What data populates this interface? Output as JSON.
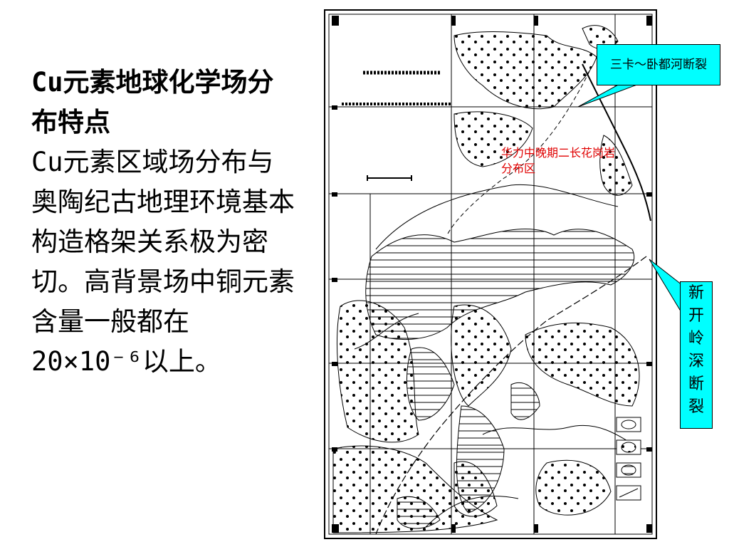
{
  "slide": {
    "heading": "Cu元素地球化学场分布特点",
    "body": "Cu元素区域场分布与奥陶纪古地理环境基本构造格架关系极为密切。高背景场中铜元素含量一般都在20×10⁻⁶以上。"
  },
  "map": {
    "annotations": {
      "fault_top": "三卡～卧都河断裂",
      "fault_right": "新开岭深断裂",
      "granite": "华力中晚期二长花岗岩分布区"
    },
    "colors": {
      "callout_fill": "#00ffff",
      "annotation_red": "#e00000",
      "line": "#000000"
    }
  }
}
